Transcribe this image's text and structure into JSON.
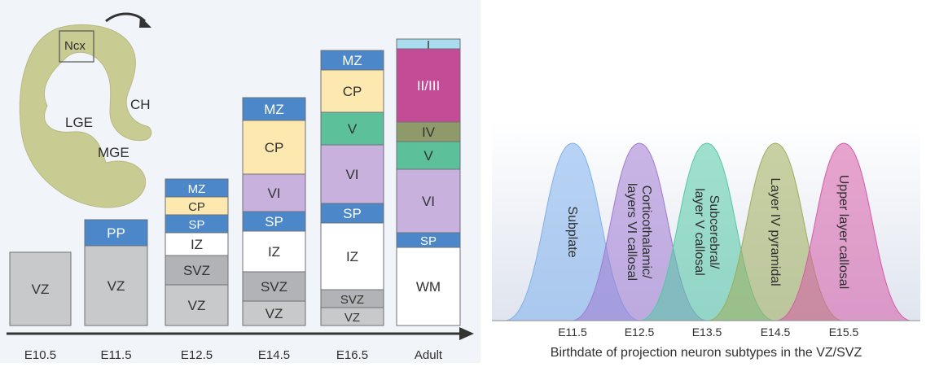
{
  "embryo": {
    "labels": {
      "ncx": "Ncx",
      "ch": "CH",
      "lge": "LGE",
      "mge": "MGE"
    }
  },
  "stages": [
    {
      "label": "E10.5",
      "layers": [
        {
          "name": "VZ",
          "color": "#c8c9cb"
        }
      ]
    },
    {
      "label": "E11.5",
      "layers": [
        {
          "name": "PP",
          "color": "#4c87c9"
        },
        {
          "name": "VZ",
          "color": "#c8c9cb"
        }
      ]
    },
    {
      "label": "E12.5",
      "layers": [
        {
          "name": "MZ",
          "color": "#4c87c9"
        },
        {
          "name": "CP",
          "color": "#fde9b0"
        },
        {
          "name": "SP",
          "color": "#4c87c9"
        },
        {
          "name": "IZ",
          "color": "#ffffff"
        },
        {
          "name": "SVZ",
          "color": "#b1b3b6"
        },
        {
          "name": "VZ",
          "color": "#c8c9cb"
        }
      ]
    },
    {
      "label": "E14.5",
      "layers": [
        {
          "name": "MZ",
          "color": "#4c87c9"
        },
        {
          "name": "CP",
          "color": "#fde9b0"
        },
        {
          "name": "VI",
          "color": "#c9b1dd"
        },
        {
          "name": "SP",
          "color": "#4c87c9"
        },
        {
          "name": "IZ",
          "color": "#ffffff"
        },
        {
          "name": "SVZ",
          "color": "#b1b3b6"
        },
        {
          "name": "VZ",
          "color": "#c8c9cb"
        }
      ]
    },
    {
      "label": "E16.5",
      "layers": [
        {
          "name": "MZ",
          "color": "#4c87c9"
        },
        {
          "name": "CP",
          "color": "#fde9b0"
        },
        {
          "name": "V",
          "color": "#5cc09a"
        },
        {
          "name": "VI",
          "color": "#c9b1dd"
        },
        {
          "name": "SP",
          "color": "#4c87c9"
        },
        {
          "name": "IZ",
          "color": "#ffffff"
        },
        {
          "name": "SVZ",
          "color": "#b1b3b6"
        },
        {
          "name": "VZ",
          "color": "#c8c9cb"
        }
      ]
    },
    {
      "label": "Adult",
      "layers": [
        {
          "name": "I",
          "color": "#a9dcef"
        },
        {
          "name": "II/III",
          "color": "#c44b95"
        },
        {
          "name": "IV",
          "color": "#8f9a6a"
        },
        {
          "name": "V",
          "color": "#5cc09a"
        },
        {
          "name": "VI",
          "color": "#c9b1dd"
        },
        {
          "name": "SP",
          "color": "#4c87c9"
        },
        {
          "name": "WM",
          "color": "#ffffff"
        }
      ]
    }
  ],
  "birthdate": {
    "caption": "Birthdate of projection neuron subtypes in the VZ/SVZ",
    "subtypes": [
      {
        "name": "Subplate",
        "day": "E11.5",
        "color": "#7fb0ec"
      },
      {
        "name": "Corticothalamic/ layers VI callosal",
        "day": "E12.5",
        "color": "#a07ad2"
      },
      {
        "name": "Subcerebral/ layer V callosal",
        "day": "E13.5",
        "color": "#54c9a6"
      },
      {
        "name": "Layer IV pyramidal",
        "day": "E14.5",
        "color": "#9ead5a"
      },
      {
        "name": "Upper layer callosal",
        "day": "E15.5",
        "color": "#d65ba8"
      }
    ]
  }
}
